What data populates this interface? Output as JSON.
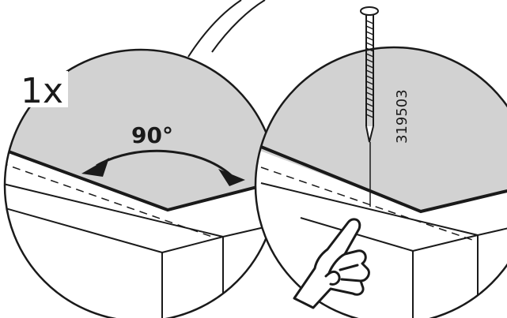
{
  "labels": {
    "quantity": "1x",
    "angle": "90°",
    "part_number": "319503"
  },
  "colors": {
    "surface_gray": "#d2d2d2",
    "line": "#1a1a1a",
    "background": "#ffffff"
  },
  "icons": {
    "nail": "nail-icon",
    "hand": "hand-pointing-icon",
    "arrow": "angle-arrow-icon"
  }
}
